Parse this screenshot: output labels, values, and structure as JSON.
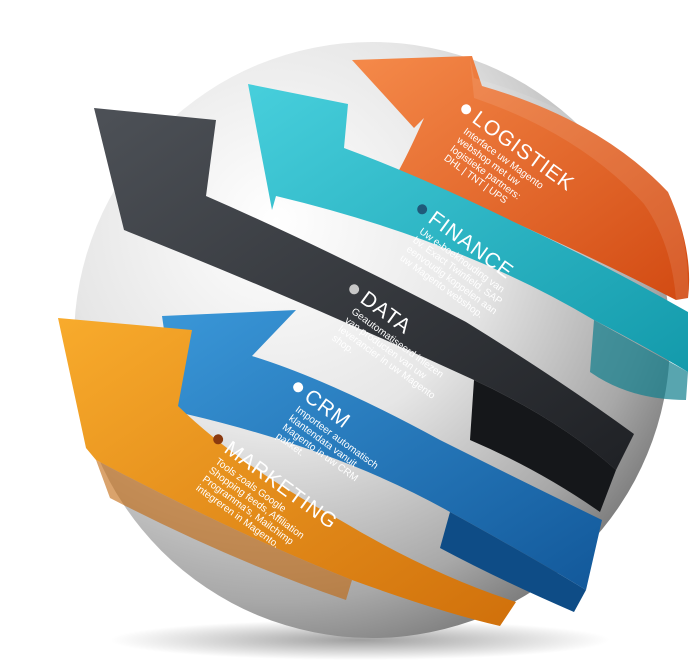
{
  "bands": [
    {
      "id": "logistiek",
      "title": "LOGISTIEK",
      "lines": [
        "Interface uw Magento",
        "webshop met uw",
        "logistieke partners:",
        "DHL | TNT | UPS"
      ],
      "band_color": "#ef6a2a",
      "dot_color": "#ffffff"
    },
    {
      "id": "finance",
      "title": "FINANCE",
      "lines": [
        "Uw e-boekhouding van",
        "bv. Exact Twinfield, SAP",
        "eenvoudig koppelen aan",
        "uw Magento webshop."
      ],
      "band_color": "#26b5c6",
      "dot_color": "#1f5a7a"
    },
    {
      "id": "data",
      "title": "DATA",
      "lines": [
        "Geautomatiseerd inlezen",
        "van producten van uw",
        "leverancier in uw Magento",
        "shop."
      ],
      "band_color": "#3a3d42",
      "dot_color": "#c8c8c8"
    },
    {
      "id": "crm",
      "title": "CRM",
      "lines": [
        "Importeer automatisch",
        "klantendata vanuit",
        "Magento in uw CRM",
        "pakket."
      ],
      "band_color": "#1f7ac2",
      "dot_color": "#ffffff"
    },
    {
      "id": "marketing",
      "title": "MARKETING",
      "lines": [
        "Tools zoals Google",
        "Shopping feeds, Affiliation",
        "Programma's, Mailchimp",
        "integreren in Magento."
      ],
      "band_color": "#ef9517",
      "dot_color": "#8a3a10"
    }
  ]
}
